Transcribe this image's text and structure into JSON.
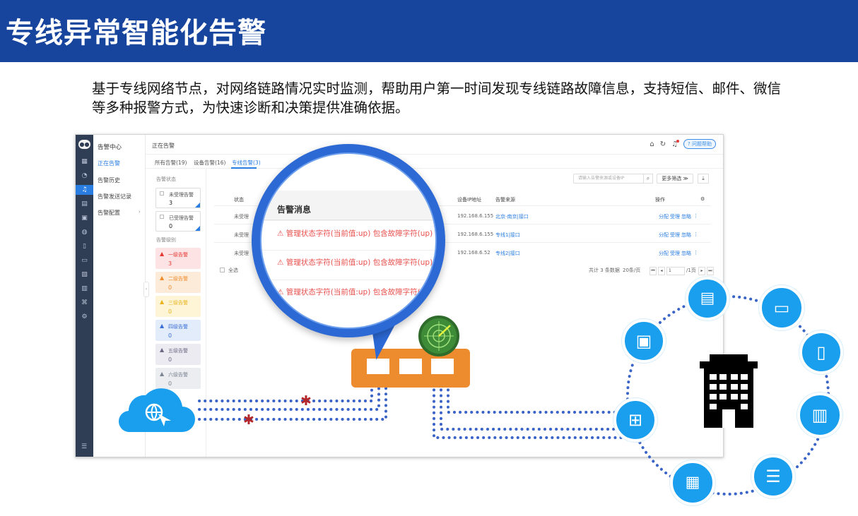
{
  "banner": {
    "title": "专线异常智能化告警"
  },
  "description": "基于专线网络节点，对网络链路情况实时监测，帮助用户第一时间发现专线链路故障信息，支持短信、邮件、微信等多种报警方式，为快速诊断和决策提供准确依据。",
  "app": {
    "logo_icon": "owl-logo",
    "sidebar_title": "告警中心",
    "sidebar_items": [
      "正在告警",
      "告警历史",
      "告警发送记录",
      "告警配置"
    ],
    "breadcrumb": "正在告警",
    "help_label": "问题帮助",
    "tabs": [
      "所有告警(19)",
      "设备告警(16)",
      "专线告警(3)"
    ],
    "filter": {
      "status_title": "告警状态",
      "unhandled": {
        "label": "未受理告警",
        "count": "3"
      },
      "handled": {
        "label": "已受理告警",
        "count": "0"
      },
      "level_title": "告警级别",
      "levels": [
        {
          "label": "一级告警",
          "count": "3",
          "bg": "#fde3e3",
          "color": "#e53935"
        },
        {
          "label": "二级告警",
          "count": "0",
          "bg": "#fdebd9",
          "color": "#ef8c2d"
        },
        {
          "label": "三级告警",
          "count": "0",
          "bg": "#fdf5d6",
          "color": "#e8b31d"
        },
        {
          "label": "四级告警",
          "count": "0",
          "bg": "#e3ecfb",
          "color": "#3b6fd6"
        },
        {
          "label": "五级告警",
          "count": "0",
          "bg": "#ecebf1",
          "color": "#6e6a86"
        },
        {
          "label": "六级告警",
          "count": "0",
          "bg": "#ebedf0",
          "color": "#7b8594"
        }
      ]
    },
    "toolbar": {
      "search_placeholder": "请输入告警来源或设备IP",
      "more_filter": "更多筛选"
    },
    "table": {
      "headers": {
        "status": "状态",
        "ip": "设备IP地址",
        "source": "告警来源",
        "ops": "操作"
      },
      "rows": [
        {
          "status": "未受理",
          "ip": "192.168.6.155",
          "source": "北京-南京|接口",
          "ops": [
            "分配",
            "受理",
            "忽略"
          ]
        },
        {
          "status": "未受理",
          "ip": "192.168.6.155",
          "source": "专线1|接口",
          "ops": [
            "分配",
            "受理",
            "忽略"
          ]
        },
        {
          "status": "未受理",
          "ip": "192.168.6.52",
          "source": "专线2|接口",
          "ops": [
            "分配",
            "受理",
            "忽略"
          ]
        }
      ]
    },
    "footer": {
      "select_all": "全选",
      "total": "共计 3 条数据",
      "page_size": "20条/页",
      "page": "1",
      "page_total": "/1页"
    }
  },
  "magnifier": {
    "title": "告警消息",
    "messages": [
      "管理状态字符(当前值:up) 包含故障字符(up)",
      "管理状态字符(当前值:up) 包含故障字符(up)",
      "管理状态字符(当前值:up) 包含故障字符(up)"
    ]
  },
  "colors": {
    "banner": "#17449c",
    "accent": "#2a7de1",
    "switch": "#ed8b2f",
    "network": "#1a9fee",
    "alert": "#e8504e"
  }
}
